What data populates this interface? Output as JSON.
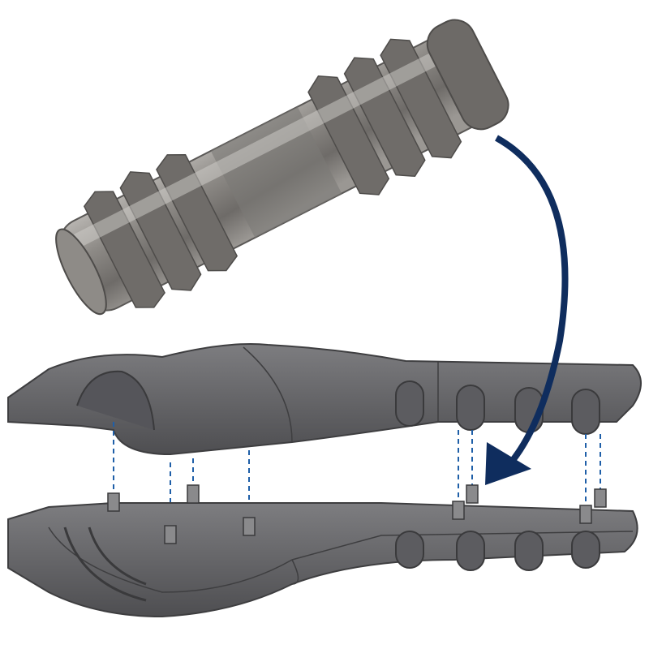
{
  "diagram": {
    "colors": {
      "background": "#ffffff",
      "insert_metal": "#8a8784",
      "insert_highlight": "#c9c6c2",
      "insert_shadow": "#4e4c4a",
      "housing": "#6b6b6d",
      "housing_dark": "#4a4a4c",
      "housing_light": "#8a8a8c",
      "arrow": "#0f2d5e",
      "guide_lines": "#1f5fa8"
    },
    "icons": [
      "threaded-insert",
      "housing-top-half",
      "housing-bottom-half",
      "curved-arrow",
      "alignment-guides",
      "screw-bosses"
    ]
  }
}
